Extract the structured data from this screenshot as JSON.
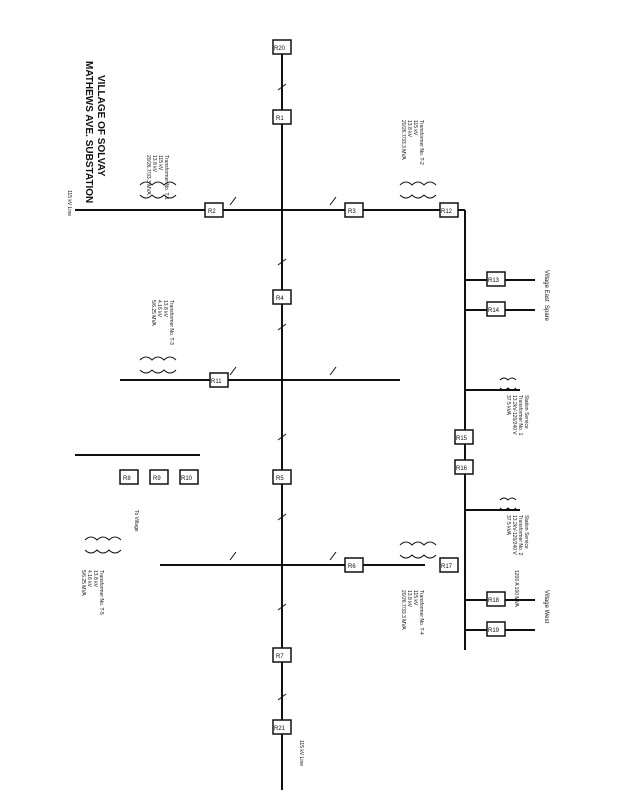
{
  "title": {
    "line1": "VILLAGE OF SOLVAY",
    "line2": "MATHEWS AVE. SUBSTATION"
  },
  "breakers": {
    "b_r1": "R1",
    "b_r2": "R2",
    "b_r3": "R3",
    "b_r4": "R4",
    "b_r5": "R5",
    "b_r6": "R6",
    "b_r7": "R7",
    "b_r8": "R8",
    "b_r9": "R9",
    "b_r10": "R10",
    "b_r11": "R11",
    "b_r12": "R12",
    "b_r13": "R13",
    "b_r14": "R14",
    "b_r15": "R15",
    "b_r16": "R16",
    "b_r17": "R17",
    "b_r18": "R18",
    "b_r19": "R19",
    "b_r20": "R20",
    "b_r21": "R21"
  },
  "transformers": {
    "t1": [
      "Transformer No. T-1",
      "115 kV",
      "13.8 kV",
      "20/26.7/33.3 MVA"
    ],
    "t2": [
      "Transformer No. T-2",
      "115 kV",
      "13.8 kV",
      "20/26.7/33.3 MVA"
    ],
    "t3": [
      "Transformer No. T-3",
      "13.8 kV",
      "4.16 kV",
      "5/6.25 MVA"
    ],
    "t4": [
      "Transformer No. T-4",
      "115 kV",
      "13.8 kV",
      "20/26.7/33.3 MVA"
    ],
    "t5": [
      "Transformer No. T-5",
      "13.8 kV",
      "4.16 kV",
      "5/6.25 MVA"
    ],
    "station_service_1": [
      "Station Service",
      "Transformer No. 1",
      "13.2kV-120/240 V",
      "37.5 kVA"
    ],
    "station_service_2": [
      "Station Service",
      "Transformer No. 2",
      "13.2kV-120/240 V",
      "37.5 kVA"
    ]
  },
  "feeders": {
    "village_east": "Village East",
    "village_west": "Village West",
    "spare": "Spare",
    "to_village": "To Village",
    "feeder_note": "1200 A 100 MVA"
  },
  "lines": {
    "top_line_label": "115 kV Line",
    "bottom_line_label": "115 kV Line"
  }
}
